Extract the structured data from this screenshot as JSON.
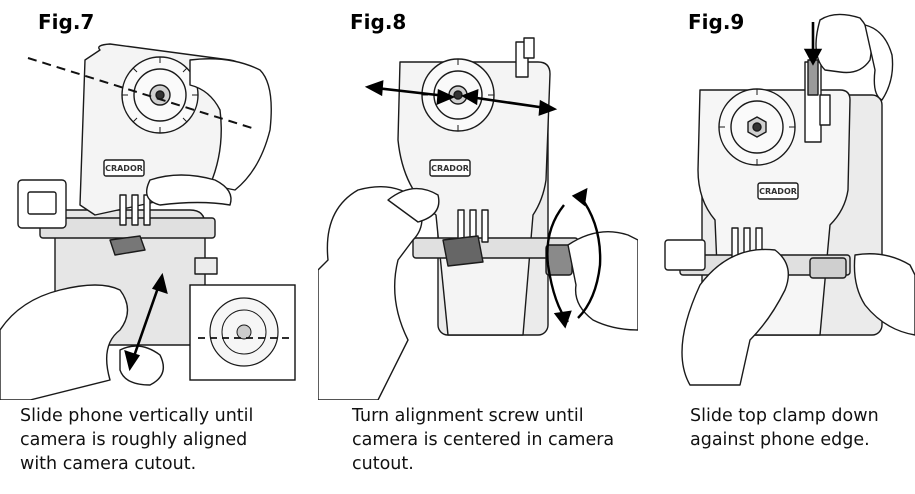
{
  "figures": [
    {
      "label": "Fig.7",
      "caption_lines": [
        "Slide phone vertically until",
        "camera is roughly aligned",
        "with camera cutout."
      ],
      "brand": "CRADOR"
    },
    {
      "label": "Fig.8",
      "caption_lines": [
        "Turn alignment screw until",
        "camera is centered in camera",
        "cutout."
      ],
      "brand": "CRADOR"
    },
    {
      "label": "Fig.9",
      "caption_lines": [
        "Slide top clamp down",
        "against phone edge."
      ],
      "brand": "CRADOR"
    }
  ],
  "colors": {
    "line": "#1a1a1a",
    "mount_fill": "#f2f2f2",
    "dark_part": "#555555"
  }
}
